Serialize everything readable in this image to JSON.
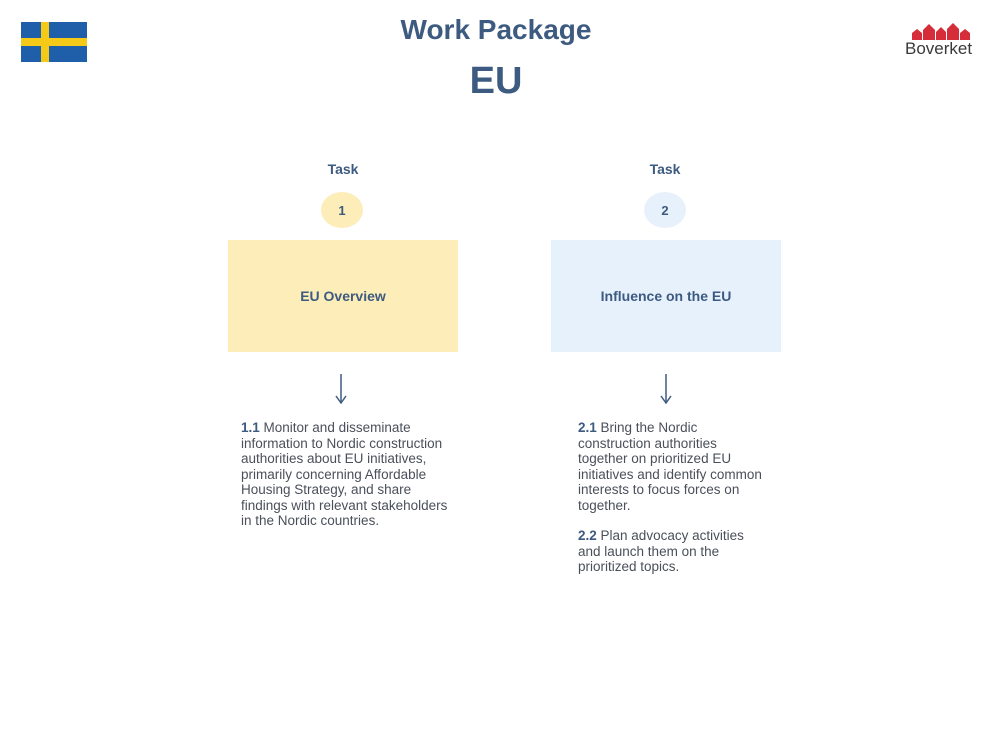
{
  "header": {
    "title": "Work Package",
    "subtitle": "EU",
    "logo_text": "Boverket"
  },
  "colors": {
    "title": "#3d5a80",
    "task1_fill": "#fcedb9",
    "task2_fill": "#e7f1fc",
    "logo_red": "#d62d3a",
    "flag_blue": "#1f5ea8",
    "flag_yellow": "#f4c918"
  },
  "tasks": [
    {
      "label": "Task",
      "number": "1",
      "name": "EU Overview",
      "items": [
        {
          "code": "1.1",
          "text": " Monitor and disseminate information to Nordic construction authorities about EU initiatives, primarily concerning Affordable Housing Strategy, and share findings with relevant stakeholders in the Nordic countries."
        }
      ]
    },
    {
      "label": "Task",
      "number": "2",
      "name": "Influence on the EU",
      "items": [
        {
          "code": "2.1",
          "text": " Bring the Nordic construction authorities together on prioritized EU initiatives and identify common interests to focus forces on together."
        },
        {
          "code": "2.2",
          "text": " Plan advocacy activities and launch them on the prioritized topics."
        }
      ]
    }
  ]
}
